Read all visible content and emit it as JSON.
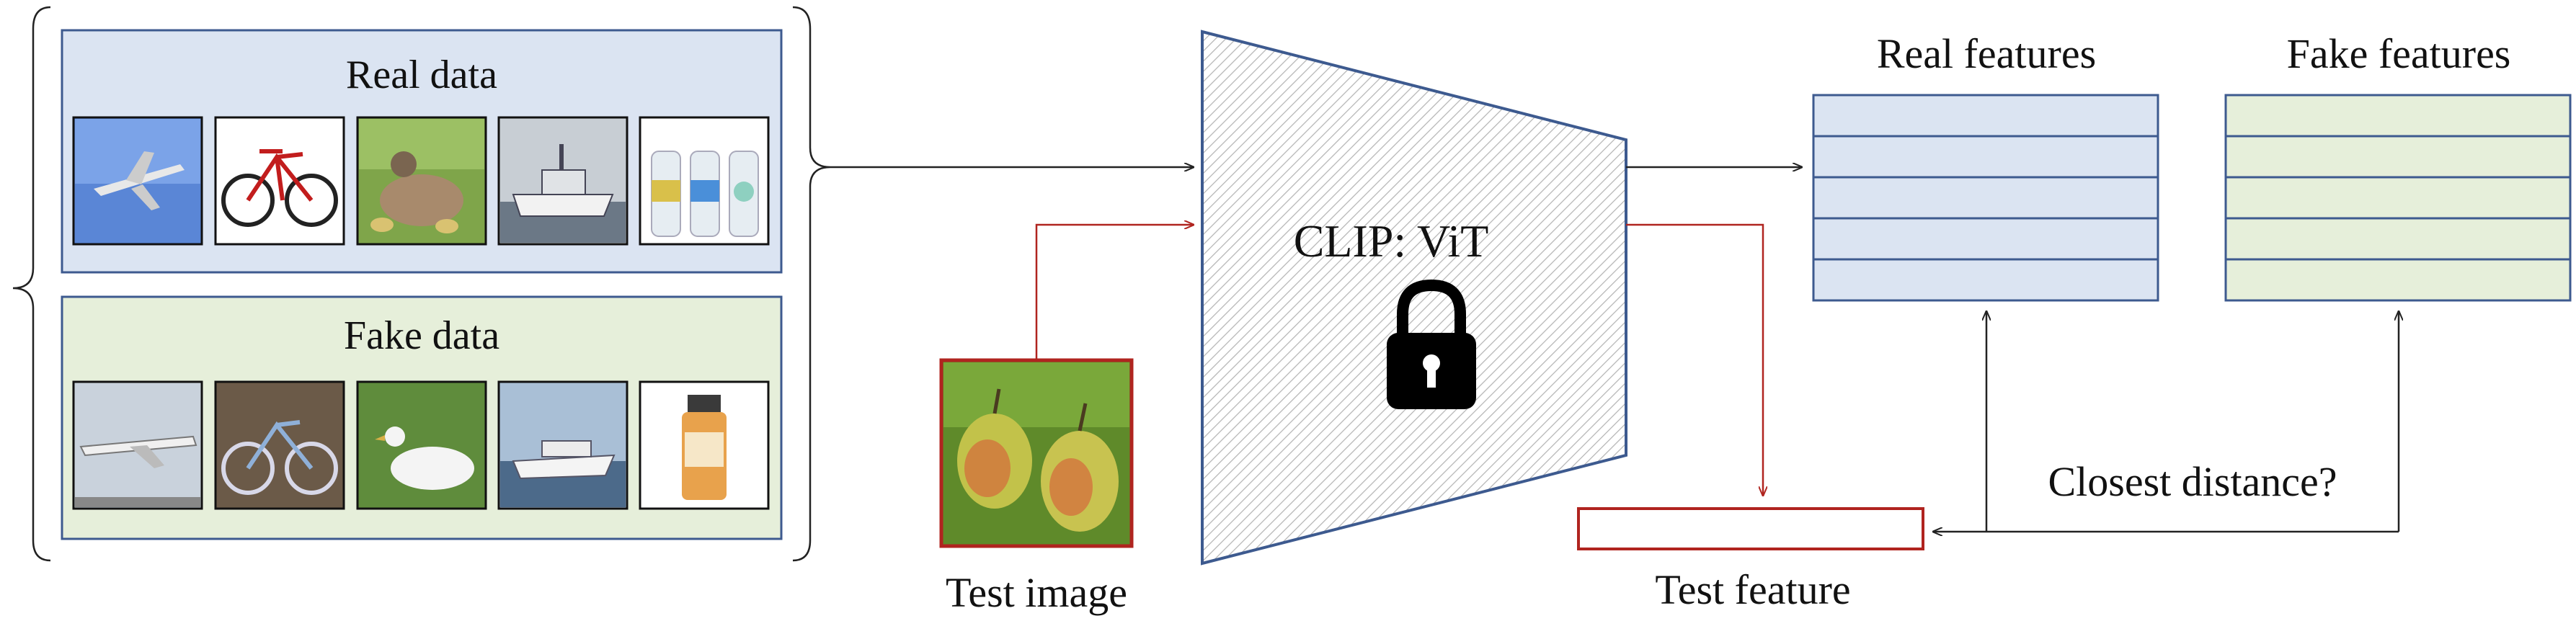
{
  "real_data": {
    "title": "Real data",
    "images": [
      "airplane",
      "bicycle",
      "duck with ducklings",
      "boat",
      "bottles"
    ]
  },
  "fake_data": {
    "title": "Fake data",
    "images": [
      "airplane",
      "bicycle",
      "white bird",
      "yacht",
      "bottle"
    ]
  },
  "model": {
    "label": "CLIP: ViT",
    "icon": "lock-icon"
  },
  "test_image": {
    "label": "Test image",
    "content": "pears"
  },
  "test_feature": {
    "label": "Test feature"
  },
  "real_features": {
    "label": "Real features",
    "rows": 5
  },
  "fake_features": {
    "label": "Fake features",
    "rows": 5
  },
  "question": {
    "label": "Closest distance?"
  },
  "colors": {
    "real_fill": "#dbe4f2",
    "real_border": "#3d5a8f",
    "fake_fill": "#e6efda",
    "fake_border": "#3d5a8f",
    "test_red": "#b0241f",
    "arrow_black": "#222222"
  }
}
